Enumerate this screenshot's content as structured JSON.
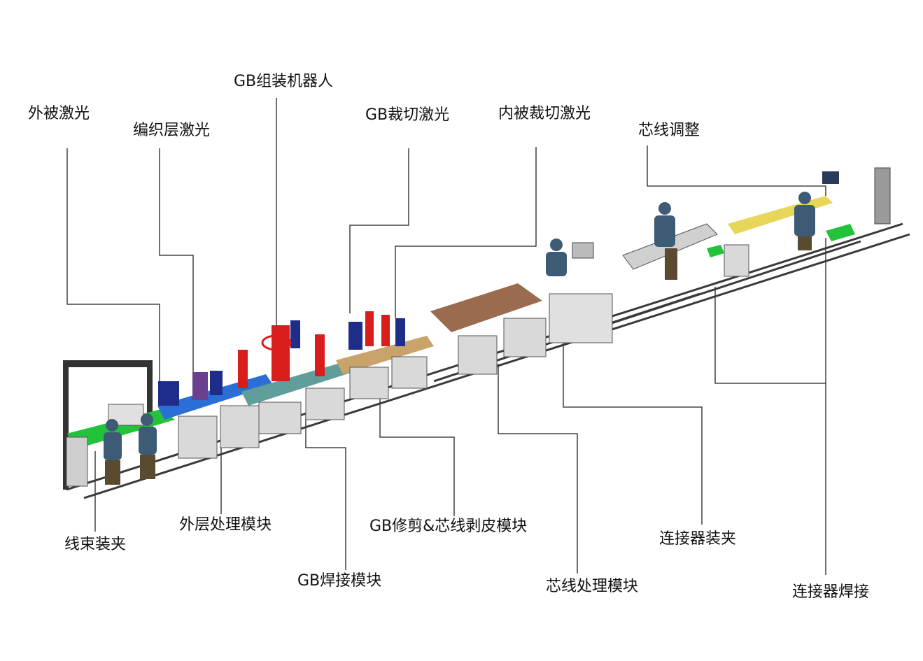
{
  "diagram": {
    "labels_top": {
      "outer_jacket_laser": "外被激光",
      "braid_layer_laser": "编织层激光",
      "gb_assembly_robot": "GB组装机器人",
      "gb_cut_laser": "GB裁切激光",
      "inner_jacket_cut_laser": "内被裁切激光",
      "core_wire_adjust": "芯线调整"
    },
    "labels_bottom": {
      "harness_clamping": "线束装夹",
      "outer_layer_module": "外层处理模块",
      "gb_welding_module": "GB焊接模块",
      "gb_trim_core_strip_module": "GB修剪&芯线剥皮模块",
      "core_wire_module": "芯线处理模块",
      "connector_clamping": "连接器装夹",
      "connector_welding": "连接器焊接"
    },
    "colors": {
      "leader": "#222222",
      "frame": "#3a3a3a",
      "cabinet": "#d9d9d9",
      "blue_table": "#2b6fd6",
      "teal_table": "#5f9e9a",
      "tan_table": "#c9a46a",
      "brown_table": "#9a6b4f",
      "green_plate": "#22c33a",
      "yellow_plate": "#e8d65a",
      "red_part": "#d91c1c",
      "navy_part": "#1e2c8a",
      "operator": "#3e5b76"
    }
  }
}
